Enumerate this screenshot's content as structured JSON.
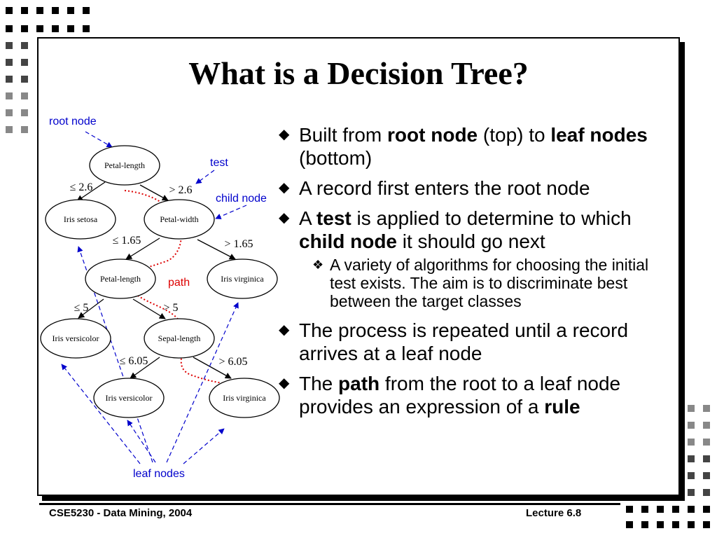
{
  "slide": {
    "title": "What is a Decision Tree?"
  },
  "tree": {
    "nodes": [
      {
        "id": "n1",
        "label": "Petal-length"
      },
      {
        "id": "n2",
        "label": "Iris setosa"
      },
      {
        "id": "n3",
        "label": "Petal-width"
      },
      {
        "id": "n4",
        "label": "Petal-length"
      },
      {
        "id": "n5",
        "label": "Iris virginica"
      },
      {
        "id": "n6",
        "label": "Iris versicolor"
      },
      {
        "id": "n7",
        "label": "Sepal-length"
      },
      {
        "id": "n8",
        "label": "Iris versicolor"
      },
      {
        "id": "n9",
        "label": "Iris virginica"
      }
    ],
    "edges": [
      {
        "from": "n1",
        "to": "n2",
        "label": "≤ 2.6"
      },
      {
        "from": "n1",
        "to": "n3",
        "label": "> 2.6"
      },
      {
        "from": "n3",
        "to": "n4",
        "label": "≤ 1.65"
      },
      {
        "from": "n3",
        "to": "n5",
        "label": "> 1.65"
      },
      {
        "from": "n4",
        "to": "n6",
        "label": "≤ 5"
      },
      {
        "from": "n4",
        "to": "n7",
        "label": "> 5"
      },
      {
        "from": "n7",
        "to": "n8",
        "label": "≤ 6.05"
      },
      {
        "from": "n7",
        "to": "n9",
        "label": "> 6.05"
      }
    ],
    "annotations": {
      "root_node": "root node",
      "test": "test",
      "child_node": "child node",
      "path": "path",
      "leaf_nodes": "leaf nodes"
    },
    "colors": {
      "annotation": "#0000cc",
      "path": "#dd0000",
      "line": "#000000"
    }
  },
  "bullets": {
    "b1": {
      "pre": "Built from ",
      "bold1": "root node",
      "mid": " (top) to ",
      "bold2": "leaf nodes",
      "post": " (bottom)"
    },
    "b2": {
      "text": "A record first enters the root node"
    },
    "b3": {
      "pre": "A ",
      "bold1": "test",
      "mid": " is applied to determine to which ",
      "bold2": "child node",
      "post": " it should go next"
    },
    "b3sub": {
      "text": "A variety of algorithms for choosing the initial test exists. The aim is to discriminate best between the target classes"
    },
    "b4": {
      "text": "The process is repeated until a record arrives at a leaf node"
    },
    "b5": {
      "pre": "The ",
      "bold1": "path",
      "mid": " from the root to a leaf node provides an expression of a ",
      "bold2": "rule"
    }
  },
  "footer": {
    "left": "CSE5230 - Data Mining, 2004",
    "right": "Lecture 6.8"
  }
}
